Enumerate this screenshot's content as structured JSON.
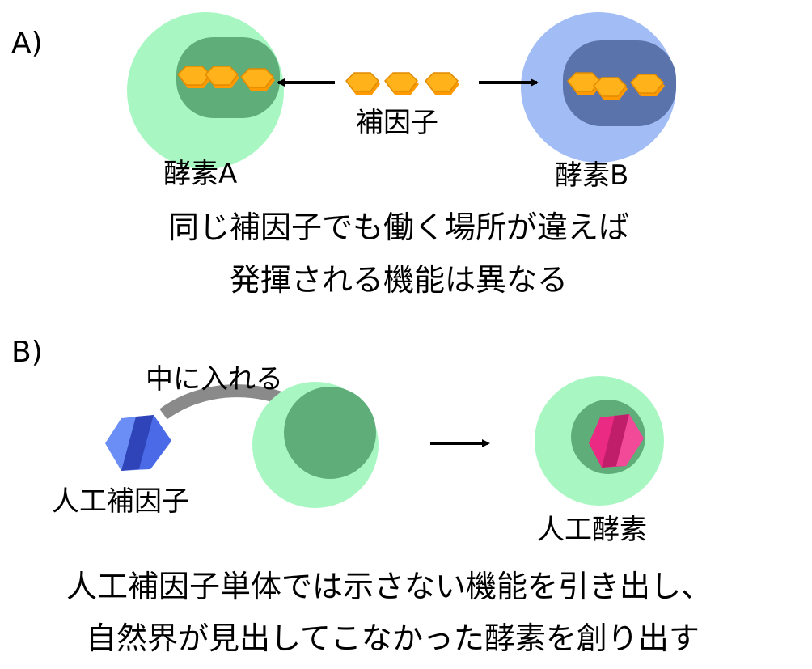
{
  "panel_a": {
    "label": "A)",
    "cofactor_label": "補因子",
    "enzyme_a_label": "酵素A",
    "enzyme_b_label": "酵素B",
    "caption_line1": "同じ補因子でも働く場所が違えば",
    "caption_line2": "発揮される機能は異なる"
  },
  "panel_b": {
    "label": "B)",
    "insert_label": "中に入れる",
    "artificial_cofactor_label": "人工補因子",
    "artificial_enzyme_label": "人工酵素",
    "caption_line1": "人工補因子単体では示さない機能を引き出し、",
    "caption_line2": "自然界が見出してこなかった酵素を創り出す"
  },
  "colors": {
    "enzyme_green": "#a8f7c2",
    "pocket_green": "#5fae7a",
    "enzyme_blue": "#a2bcf5",
    "pocket_blue": "#5a73aa",
    "cofactor_orange": "#ffb21a",
    "artificial_cofactor_blue": "#6a8ef5",
    "artificial_enzyme_magenta": "#ea2a83",
    "insert_arrow_gray": "#8a8a8a"
  }
}
